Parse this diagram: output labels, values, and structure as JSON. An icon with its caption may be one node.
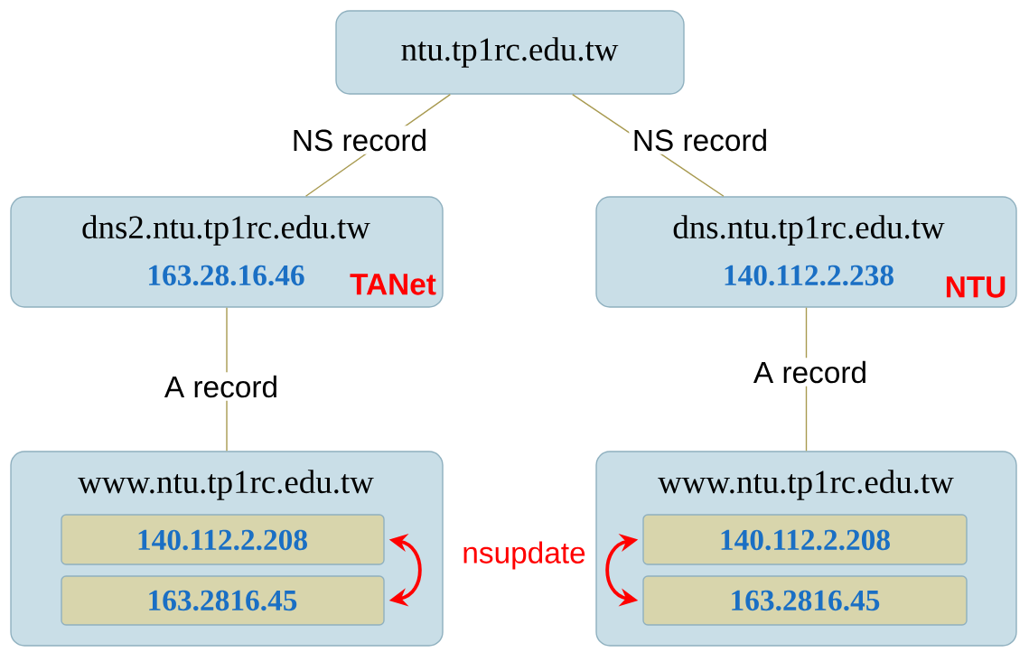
{
  "diagram": {
    "nodes": [
      {
        "text": [
          "ntu.tp1rc.edu.tw"
        ]
      },
      {
        "text": [
          "dns2.ntu.tp1rc.edu.tw",
          "163.28.16.46",
          "TANet"
        ]
      },
      {
        "text": [
          "dns.ntu.tp1rc.edu.tw",
          "140.112.2.238",
          "NTU"
        ]
      },
      {
        "text": [
          "www.ntu.tp1rc.edu.tw"
        ]
      },
      {
        "text": [
          "140.112.2.208"
        ],
        "in": 3
      },
      {
        "text": [
          "163.2816.45"
        ],
        "in": 3
      },
      {
        "text": [
          "www.ntu.tp1rc.edu.tw"
        ]
      },
      {
        "text": [
          "140.112.2.208"
        ],
        "in": 6
      },
      {
        "text": [
          "163.2816.45"
        ],
        "in": 6
      }
    ],
    "edges": [
      {
        "from": 0,
        "to": 1,
        "arrow": "none",
        "label": "NS record"
      },
      {
        "from": 0,
        "to": 2,
        "arrow": "none",
        "label": "NS record"
      },
      {
        "from": 1,
        "to": 3,
        "arrow": "none",
        "label": "A record"
      },
      {
        "from": 2,
        "to": 6,
        "arrow": "none",
        "label": "A record"
      },
      {
        "from": 4,
        "to": 5,
        "arrow": "both",
        "style": "thick",
        "color": "#ff0000"
      },
      {
        "from": 7,
        "to": 8,
        "arrow": "both",
        "style": "thick",
        "color": "#ff0000"
      }
    ],
    "labels": [
      "nsupdate"
    ]
  }
}
